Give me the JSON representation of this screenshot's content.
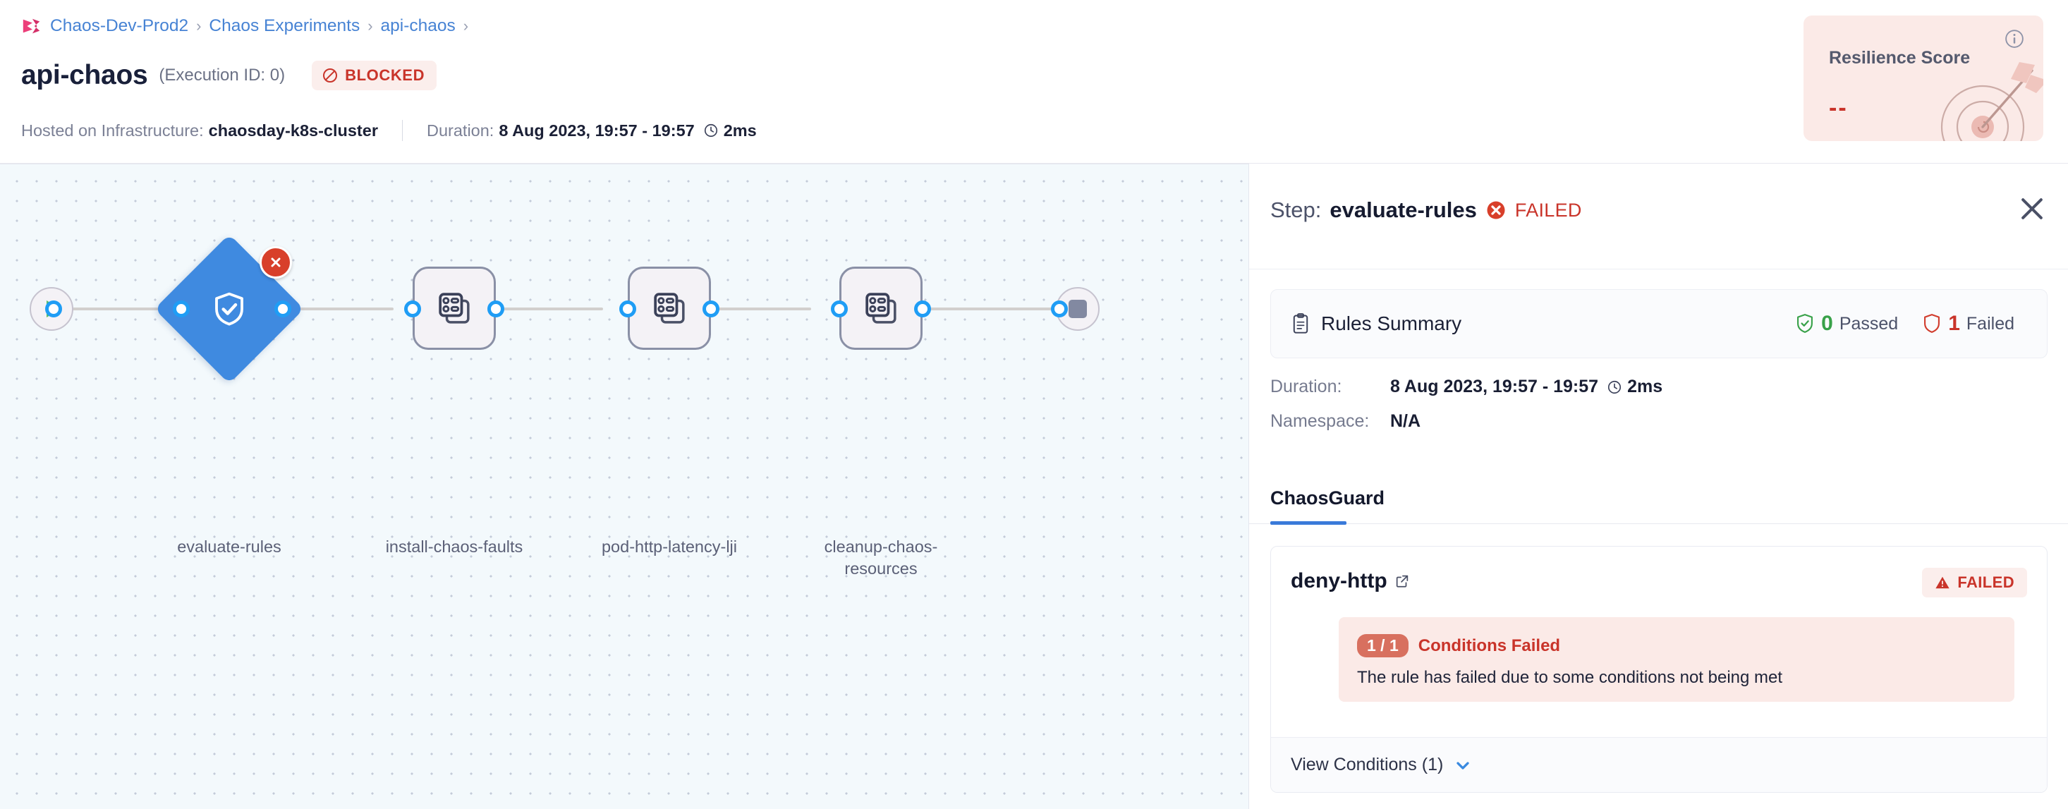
{
  "breadcrumb": {
    "logo_icon": "harness-chaos-logo-icon",
    "items": [
      "Chaos-Dev-Prod2",
      "Chaos Experiments",
      "api-chaos"
    ],
    "separator": "›",
    "trailing_separator": "›"
  },
  "header": {
    "title": "api-chaos",
    "execution_id": "(Execution ID: 0)",
    "status_badge": {
      "label": "BLOCKED",
      "icon": "blocked-circle-slash-icon",
      "color": "#c9342a",
      "bg": "#fbeeec"
    },
    "infra_label": "Hosted on Infrastructure:",
    "infra_value": "chaosday-k8s-cluster",
    "duration_label": "Duration:",
    "duration_value": "8 Aug 2023, 19:57 - 19:57",
    "duration_clock_icon": "clock-icon",
    "duration_elapsed": "2ms"
  },
  "resilience": {
    "title": "Resilience Score",
    "value": "--",
    "info_icon": "info-circle-icon",
    "art_icon": "target-dartboard-arrow-icon",
    "bg": "#fbeae7",
    "value_color": "#c9342a"
  },
  "graph": {
    "start_node": {
      "name": "start-node",
      "icon": "play-icon"
    },
    "end_node": {
      "name": "end-node",
      "icon": "stop-square-icon"
    },
    "nodes": [
      {
        "label": "evaluate-rules",
        "type": "diamond",
        "icon": "shield-check-icon",
        "status": "failed",
        "status_icon": "error-x-icon",
        "color": "#3f8ae0"
      },
      {
        "label": "install-chaos-faults",
        "type": "step",
        "icon": "chaos-fault-icon"
      },
      {
        "label": "pod-http-latency-lji",
        "type": "step",
        "icon": "chaos-fault-icon"
      },
      {
        "label": "cleanup-chaos-resources",
        "type": "step",
        "icon": "chaos-fault-icon"
      }
    ]
  },
  "panel": {
    "step_prefix": "Step:",
    "step_name": "evaluate-rules",
    "status": "FAILED",
    "status_icon": "error-x-icon",
    "close_icon": "close-icon",
    "rules_summary": {
      "title": "Rules Summary",
      "icon": "clipboard-icon",
      "passed_count": "0",
      "passed_label": "Passed",
      "passed_icon": "shield-check-icon",
      "failed_count": "1",
      "failed_label": "Failed",
      "failed_icon": "shield-outline-icon"
    },
    "details": [
      {
        "key": "Duration:",
        "value": "8 Aug 2023, 19:57 - 19:57",
        "clock_icon": "clock-icon",
        "elapsed": "2ms"
      },
      {
        "key": "Namespace:",
        "value": "N/A"
      }
    ],
    "tabs": [
      {
        "label": "ChaosGuard",
        "active": true
      }
    ],
    "rule": {
      "name": "deny-http",
      "external_link_icon": "external-link-icon",
      "status_badge": {
        "label": "FAILED",
        "icon": "warning-triangle-icon"
      },
      "alert": {
        "pill": "1 / 1",
        "title": "Conditions Failed",
        "description": "The rule has failed due to some conditions not being met"
      },
      "view_conditions_label": "View Conditions (1)",
      "chevron_icon": "chevron-down-icon"
    }
  }
}
